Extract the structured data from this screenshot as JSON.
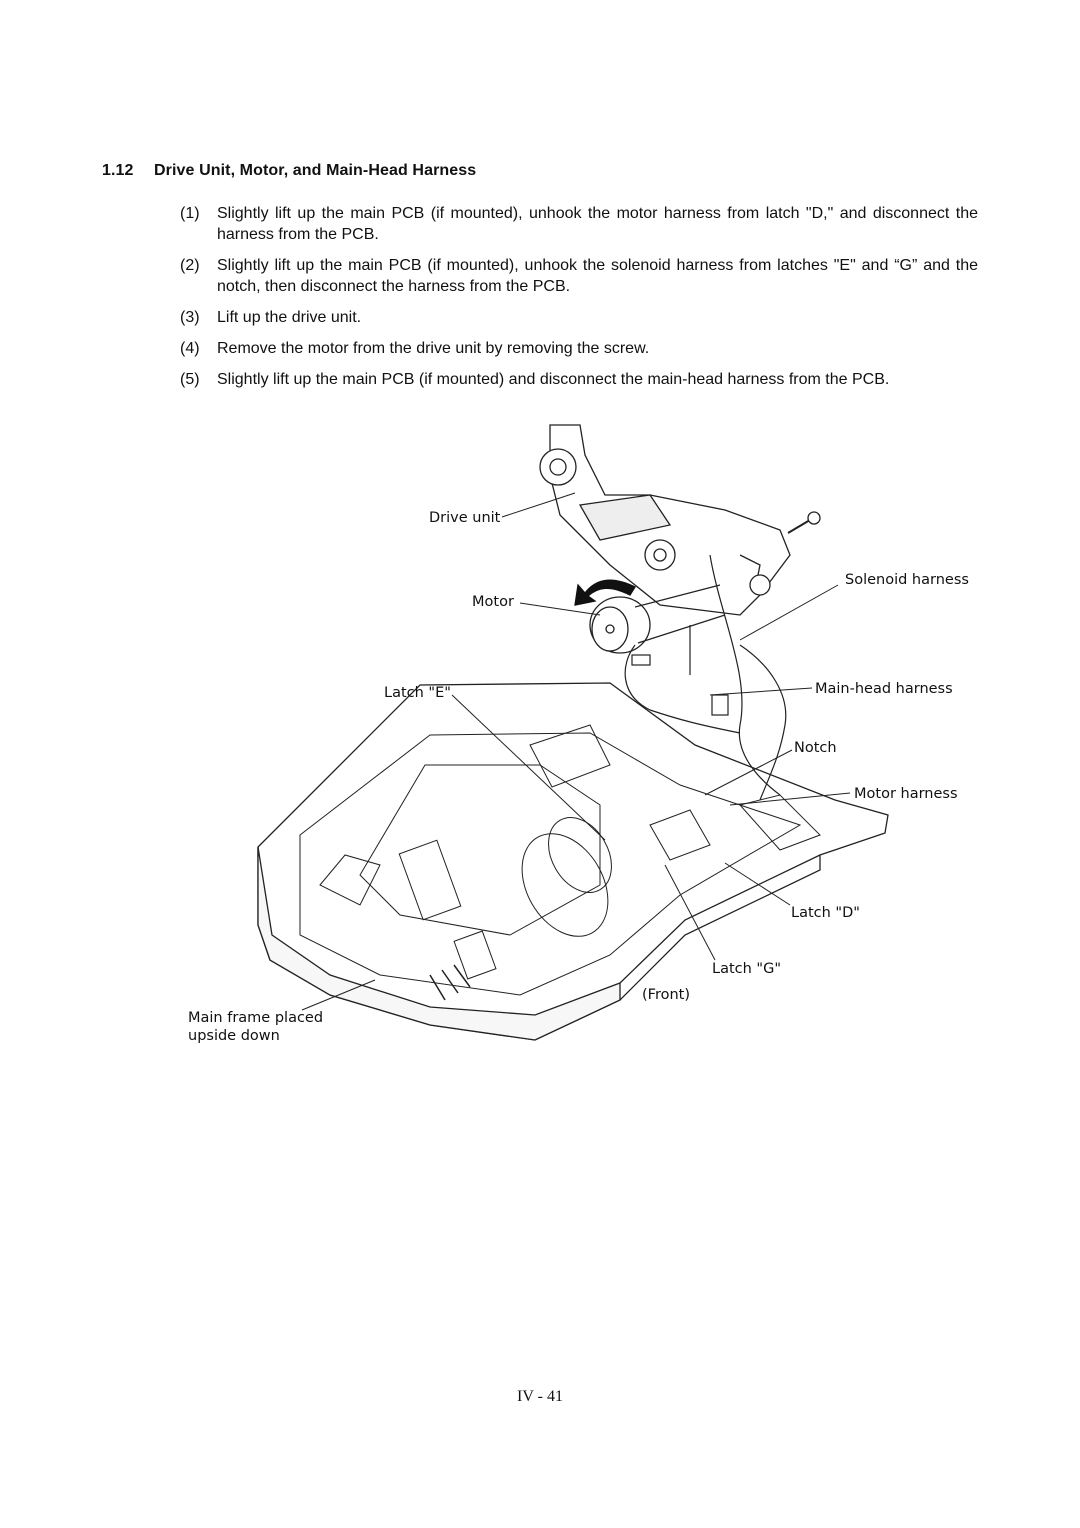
{
  "section": {
    "number": "1.12",
    "title": "Drive Unit, Motor, and Main-Head Harness"
  },
  "steps": [
    {
      "num": "(1)",
      "text": "Slightly lift up the main PCB (if mounted), unhook the motor harness from latch \"D,\" and disconnect the harness from the PCB."
    },
    {
      "num": "(2)",
      "text": "Slightly lift up the main PCB (if mounted), unhook the solenoid harness from latches \"E\" and “G” and the notch, then disconnect the harness from the PCB."
    },
    {
      "num": "(3)",
      "text": "Lift up the drive unit."
    },
    {
      "num": "(4)",
      "text": "Remove the motor from the drive unit by removing the screw."
    },
    {
      "num": "(5)",
      "text": "Slightly lift up the main PCB (if mounted) and disconnect the main-head harness from the PCB."
    }
  ],
  "figure": {
    "labels": {
      "drive_unit": "Drive unit",
      "solenoid_harness": "Solenoid harness",
      "motor": "Motor",
      "latch_e": "Latch \"E\"",
      "main_head_harness": "Main-head harness",
      "notch": "Notch",
      "motor_harness": "Motor harness",
      "latch_d": "Latch \"D\"",
      "latch_g": "Latch \"G\"",
      "front": "(Front)",
      "main_frame_line1": "Main frame placed",
      "main_frame_line2": "upside down"
    }
  },
  "page_number": "IV - 41"
}
